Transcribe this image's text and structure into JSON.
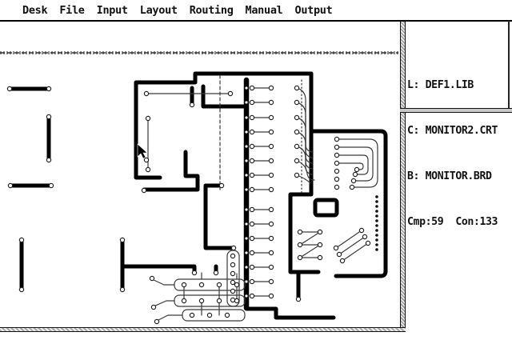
{
  "menu": {
    "items": [
      {
        "label": "Desk"
      },
      {
        "label": "File"
      },
      {
        "label": "Input"
      },
      {
        "label": "Layout"
      },
      {
        "label": "Routing"
      },
      {
        "label": "Manual"
      },
      {
        "label": "Output"
      }
    ]
  },
  "status_panel": {
    "lines": [
      "L: DEF1.LIB",
      "C: MONITOR2.CRT",
      "B: MONITOR.BRD",
      "Cmp:59  Con:133"
    ],
    "component_count": 59,
    "connection_count": 133,
    "library_file": "DEF1.LIB",
    "circuit_file": "MONITOR2.CRT",
    "board_file": "MONITOR.BRD"
  },
  "colors": {
    "background": "#ffffff",
    "ink": "#000000",
    "trace_thick": "#000000",
    "trace_thin": "#3a3a3a",
    "border_fill": "#aaaaaa"
  },
  "icons": {
    "cursor": "mouse-arrow"
  }
}
